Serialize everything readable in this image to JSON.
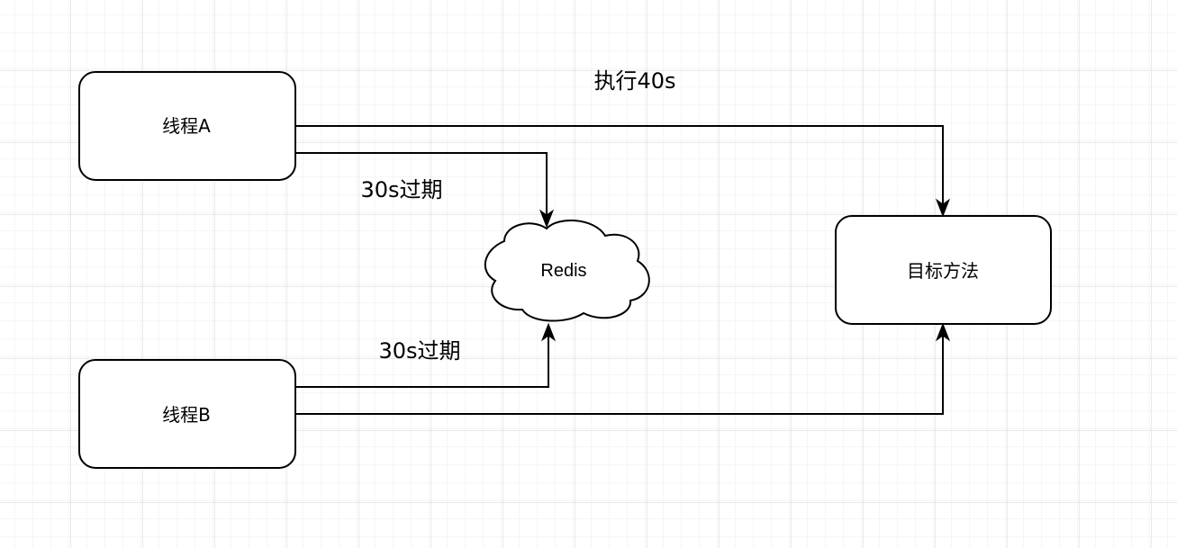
{
  "nodes": {
    "thread_a": {
      "label": "线程A"
    },
    "thread_b": {
      "label": "线程B"
    },
    "redis": {
      "label": "Redis"
    },
    "target": {
      "label": "目标方法"
    }
  },
  "edges": {
    "a_to_target": {
      "label": "执行40s"
    },
    "a_to_redis": {
      "label": "30s过期"
    },
    "b_to_redis": {
      "label": "30s过期"
    },
    "b_to_target": {
      "label": ""
    }
  },
  "colors": {
    "grid_minor": "#eeeeee",
    "grid_major": "#d6d6d6",
    "stroke": "#000000",
    "fill": "#ffffff"
  }
}
